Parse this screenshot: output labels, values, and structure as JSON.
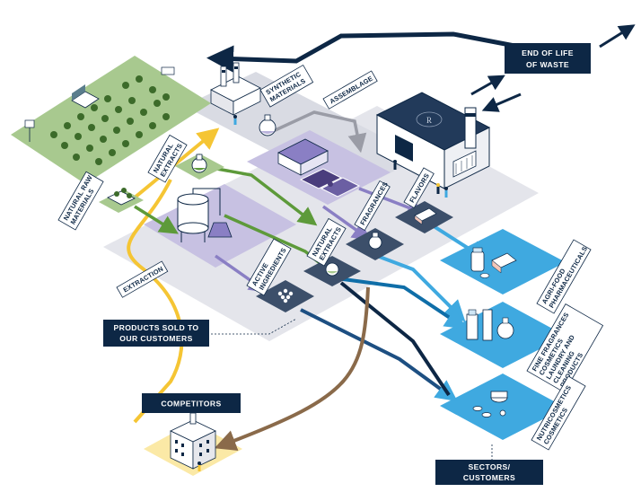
{
  "labels": {
    "end_of_life_1": "END OF LIFE",
    "end_of_life_2": "OF WASTE",
    "synthetic_1": "SYNTHETIC",
    "synthetic_2": "MATERIALS",
    "assemblage": "ASSEMBLAGE",
    "natural_extracts_top_1": "NATURAL",
    "natural_extracts_top_2": "EXTRACTS",
    "natural_raw_1": "NATURAL RAW",
    "natural_raw_2": "MATERIALS",
    "fragrances": "FRAGRANCES",
    "flavors": "FLAVORS",
    "natural_extracts_mid_1": "NATURAL",
    "natural_extracts_mid_2": "EXTRACTS",
    "active_1": "ACTIVE",
    "active_2": "INGREDIENTS",
    "extraction": "EXTRACTION",
    "products_sold_1": "PRODUCTS SOLD TO",
    "products_sold_2": "OUR CUSTOMERS",
    "competitors": "COMPETITORS",
    "sectors_1": "SECTORS/",
    "sectors_2": "CUSTOMERS",
    "agrifood_1": "AGRI-FOOD",
    "agrifood_2": "PHARMACEUTICALS",
    "fine_1": "FINE FRAGRANCES",
    "fine_2": "COSMETICS",
    "fine_3": "LAUNDRY AND",
    "fine_4": "CLEANING",
    "fine_5": "PRODUCTS",
    "nutri_1": "NUTRICOSMETICS",
    "nutri_2": "COSMETICS",
    "logo_letter": "R"
  },
  "colors": {
    "navy": "#0d2745",
    "light_blue": "#3fa9e0",
    "pale_blue": "#cfe6f5",
    "grey_platform": "#d9dbe3",
    "lavender": "#b9b2db",
    "purple": "#4a3d7d",
    "green": "#5d9a3a",
    "pale_green": "#a8c98f",
    "yellow": "#f5c534",
    "pale_yellow": "#fbe9a6",
    "brown": "#8a6a4a"
  },
  "icons": [
    "factory-icon",
    "flask-icon",
    "puzzle-icon",
    "tank-icon",
    "cake-icon",
    "bottle-icon",
    "pills-icon",
    "building-icon",
    "fields-icon"
  ]
}
